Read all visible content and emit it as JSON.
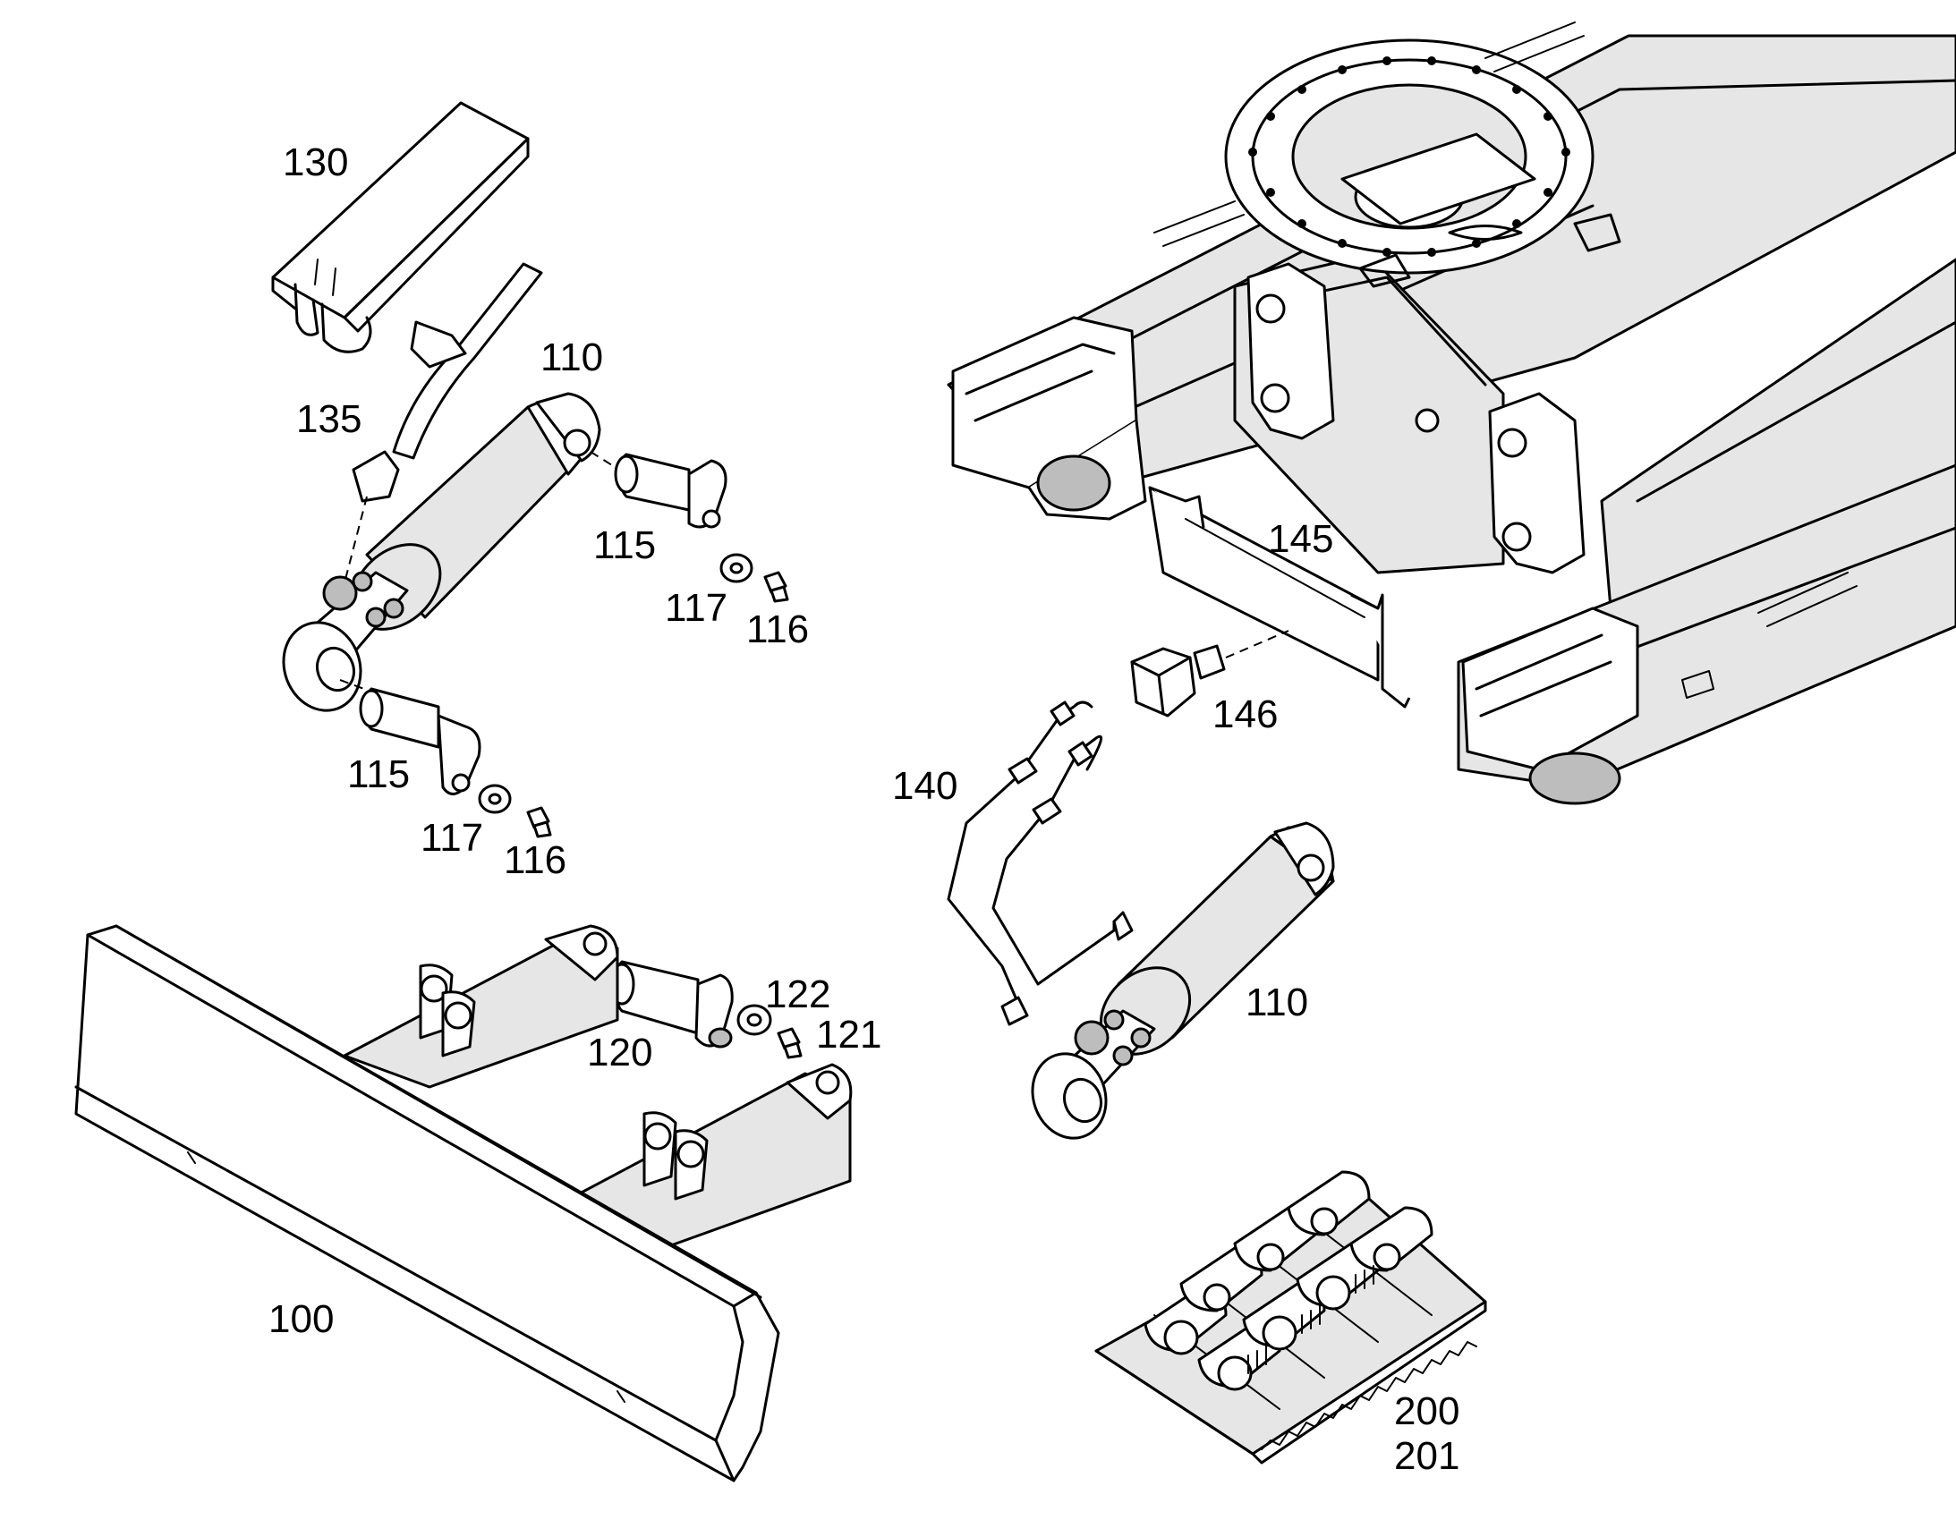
{
  "diagram": {
    "callouts": [
      {
        "id": "c130",
        "label": "130"
      },
      {
        "id": "c135",
        "label": "135"
      },
      {
        "id": "c110a",
        "label": "110"
      },
      {
        "id": "c115a",
        "label": "115"
      },
      {
        "id": "c117a",
        "label": "117"
      },
      {
        "id": "c116a",
        "label": "116"
      },
      {
        "id": "c115b",
        "label": "115"
      },
      {
        "id": "c117b",
        "label": "117"
      },
      {
        "id": "c116b",
        "label": "116"
      },
      {
        "id": "c145",
        "label": "145"
      },
      {
        "id": "c146",
        "label": "146"
      },
      {
        "id": "c140",
        "label": "140"
      },
      {
        "id": "c110b",
        "label": "110"
      },
      {
        "id": "c122",
        "label": "122"
      },
      {
        "id": "c121",
        "label": "121"
      },
      {
        "id": "c120",
        "label": "120"
      },
      {
        "id": "c100",
        "label": "100"
      },
      {
        "id": "c200",
        "label": "200"
      },
      {
        "id": "c201",
        "label": "201"
      }
    ]
  }
}
